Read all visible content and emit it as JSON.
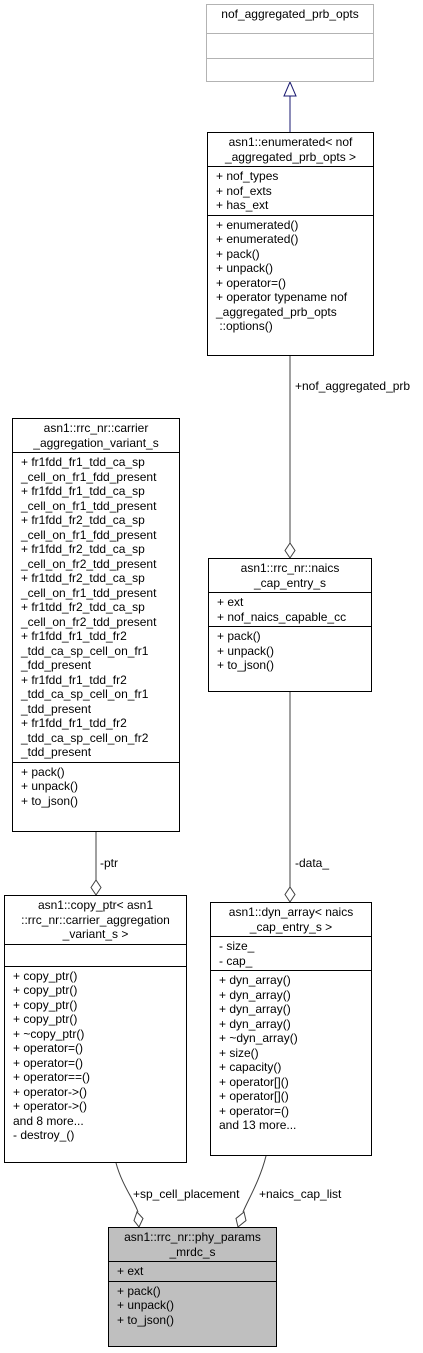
{
  "classes": {
    "nof_opts": {
      "title": [
        "nof_aggregated_prb_opts"
      ],
      "attrs": [],
      "ops": []
    },
    "enumerated": {
      "title": [
        "asn1::enumerated< nof",
        "_aggregated_prb_opts >"
      ],
      "attrs": [
        "+ nof_types",
        "+ nof_exts",
        "+ has_ext"
      ],
      "ops": [
        "+ enumerated()",
        "+ enumerated()",
        "+ pack()",
        "+ unpack()",
        "+ operator=()",
        "+ operator typename nof",
        "_aggregated_prb_opts",
        " ::options()"
      ]
    },
    "carrier": {
      "title": [
        "asn1::rrc_nr::carrier",
        "_aggregation_variant_s"
      ],
      "attrs": [
        "+ fr1fdd_fr1_tdd_ca_sp",
        "_cell_on_fr1_fdd_present",
        "+ fr1fdd_fr1_tdd_ca_sp",
        "_cell_on_fr1_tdd_present",
        "+ fr1fdd_fr2_tdd_ca_sp",
        "_cell_on_fr1_fdd_present",
        "+ fr1fdd_fr2_tdd_ca_sp",
        "_cell_on_fr2_tdd_present",
        "+ fr1tdd_fr2_tdd_ca_sp",
        "_cell_on_fr1_tdd_present",
        "+ fr1tdd_fr2_tdd_ca_sp",
        "_cell_on_fr2_tdd_present",
        "+ fr1fdd_fr1_tdd_fr2",
        "_tdd_ca_sp_cell_on_fr1",
        "_fdd_present",
        "+ fr1fdd_fr1_tdd_fr2",
        "_tdd_ca_sp_cell_on_fr1",
        "_tdd_present",
        "+ fr1fdd_fr1_tdd_fr2",
        "_tdd_ca_sp_cell_on_fr2",
        "_tdd_present"
      ],
      "ops": [
        "+ pack()",
        "+ unpack()",
        "+ to_json()"
      ]
    },
    "naics": {
      "title": [
        "asn1::rrc_nr::naics",
        "_cap_entry_s"
      ],
      "attrs": [
        "+ ext",
        "+ nof_naics_capable_cc"
      ],
      "ops": [
        "+ pack()",
        "+ unpack()",
        "+ to_json()"
      ]
    },
    "copy_ptr": {
      "title": [
        "asn1::copy_ptr< asn1",
        "::rrc_nr::carrier_aggregation",
        "_variant_s >"
      ],
      "attrs": [],
      "ops": [
        "+ copy_ptr()",
        "+ copy_ptr()",
        "+ copy_ptr()",
        "+ copy_ptr()",
        "+ ~copy_ptr()",
        "+ operator=()",
        "+ operator=()",
        "+ operator==()",
        "+ operator->()",
        "+ operator->()",
        "and 8 more...",
        "- destroy_()"
      ]
    },
    "dyn_array": {
      "title": [
        "asn1::dyn_array< naics",
        "_cap_entry_s >"
      ],
      "attrs": [
        "- size_",
        "- cap_"
      ],
      "ops": [
        "+ dyn_array()",
        "+ dyn_array()",
        "+ dyn_array()",
        "+ dyn_array()",
        "+ ~dyn_array()",
        "+ size()",
        "+ capacity()",
        "+ operator[]()",
        "+ operator[]()",
        "+ operator=()",
        "and 13 more..."
      ]
    },
    "phy_params": {
      "title": [
        "asn1::rrc_nr::phy_params",
        "_mrdc_s"
      ],
      "attrs": [
        "+ ext"
      ],
      "ops": [
        "+ pack()",
        "+ unpack()",
        "+ to_json()"
      ]
    }
  },
  "edge_labels": {
    "nof_aggregated_prb": "+nof_aggregated_prb",
    "ptr": "-ptr",
    "data": "-data_",
    "sp_cell_placement": "+sp_cell_placement",
    "naics_cap_list": "+naics_cap_list"
  },
  "colors": {
    "inheritance_arrow": "#191970",
    "focus_fill": "#bfbfbf",
    "external_border": "#b3b3b3"
  }
}
